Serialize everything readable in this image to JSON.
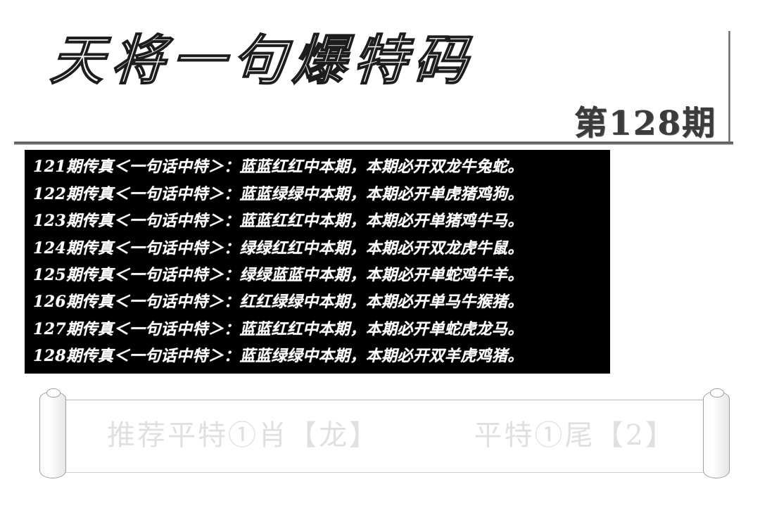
{
  "header": {
    "title": "天将一句爆特码",
    "issue": "第128期"
  },
  "panel": {
    "rows": [
      {
        "issue_no": "121",
        "text": "期传真＜一句话中特＞：蓝蓝红红中本期，本期必开双龙牛兔蛇。",
        "colors": "蓝蓝红红",
        "parity": "双",
        "zodiacs": "龙牛兔蛇"
      },
      {
        "issue_no": "122",
        "text": "期传真＜一句话中特＞：蓝蓝绿绿中本期，本期必开单虎猪鸡狗。",
        "colors": "蓝蓝绿绿",
        "parity": "单",
        "zodiacs": "虎猪鸡狗"
      },
      {
        "issue_no": "123",
        "text": "期传真＜一句话中特＞：蓝蓝红红中本期，本期必开单猪鸡牛马。",
        "colors": "蓝蓝红红",
        "parity": "单",
        "zodiacs": "猪鸡牛马"
      },
      {
        "issue_no": "124",
        "text": "期传真＜一句话中特＞：绿绿红红中本期，本期必开双龙虎牛鼠。",
        "colors": "绿绿红红",
        "parity": "双",
        "zodiacs": "龙虎牛鼠"
      },
      {
        "issue_no": "125",
        "text": "期传真＜一句话中特＞：绿绿蓝蓝中本期，本期必开单蛇鸡牛羊。",
        "colors": "绿绿蓝蓝",
        "parity": "单",
        "zodiacs": "蛇鸡牛羊"
      },
      {
        "issue_no": "126",
        "text": "期传真＜一句话中特＞：红红绿绿中本期，本期必开单马牛猴猪。",
        "colors": "红红绿绿",
        "parity": "单",
        "zodiacs": "马牛猴猪"
      },
      {
        "issue_no": "127",
        "text": "期传真＜一句话中特＞：蓝蓝红红中本期，本期必开单蛇虎龙马。",
        "colors": "蓝蓝红红",
        "parity": "单",
        "zodiacs": "蛇虎龙马"
      },
      {
        "issue_no": "128",
        "text": "期传真＜一句话中特＞：蓝蓝绿绿中本期，本期必开双羊虎鸡猪。",
        "colors": "蓝蓝绿绿",
        "parity": "双",
        "zodiacs": "羊虎鸡猪"
      }
    ]
  },
  "footer": {
    "left_phrase": "推荐平特①肖【龙】",
    "right_phrase": "平特①尾【2】"
  },
  "colors": {
    "panel_background": "#000000",
    "panel_text": "#ffffff",
    "page_background": "#ffffff",
    "issue_text": "#3b3b3b",
    "footer_text": "#e0e0e0",
    "rule": "#4a4a4a"
  }
}
